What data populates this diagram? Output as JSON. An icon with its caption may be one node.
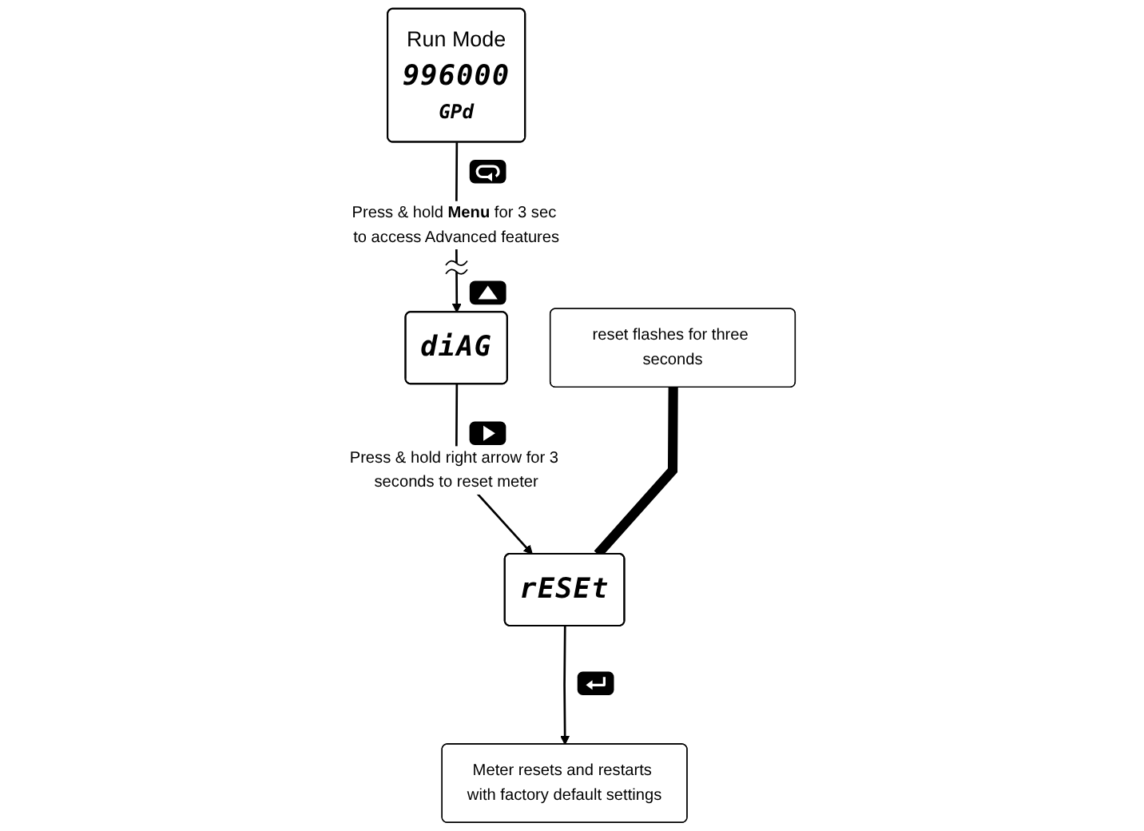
{
  "diagram": {
    "nodes": [
      {
        "text": [
          "Run Mode",
          "996000",
          "GPd"
        ]
      },
      {
        "text": [
          "reset flashes for three seconds"
        ]
      },
      {
        "text": [
          "diAG"
        ]
      },
      {
        "text": [
          "rESEt"
        ]
      },
      {
        "text": [
          "Meter resets and restarts with factory default settings"
        ]
      }
    ],
    "edges": [
      {
        "from": 0,
        "to": 2,
        "arrow": "to",
        "label": "Press & hold **Menu** for 3 sec to access Advanced features"
      },
      {
        "from": 2,
        "to": 3,
        "arrow": "to",
        "label": "Press & hold right arrow for 3 seconds to reset meter"
      },
      {
        "from": 3,
        "to": 4,
        "arrow": "to"
      },
      {
        "from": 1,
        "to": 3,
        "arrow": "none",
        "style": "thick"
      }
    ]
  }
}
